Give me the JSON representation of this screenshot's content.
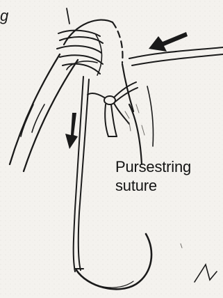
{
  "figure": {
    "caption_line1": "Pursestring",
    "caption_line2": "suture",
    "corner_glyph": "g",
    "colors": {
      "paper": "#f4f2ee",
      "ink": "#1a1a1a",
      "shade": "#6e6c68"
    }
  }
}
